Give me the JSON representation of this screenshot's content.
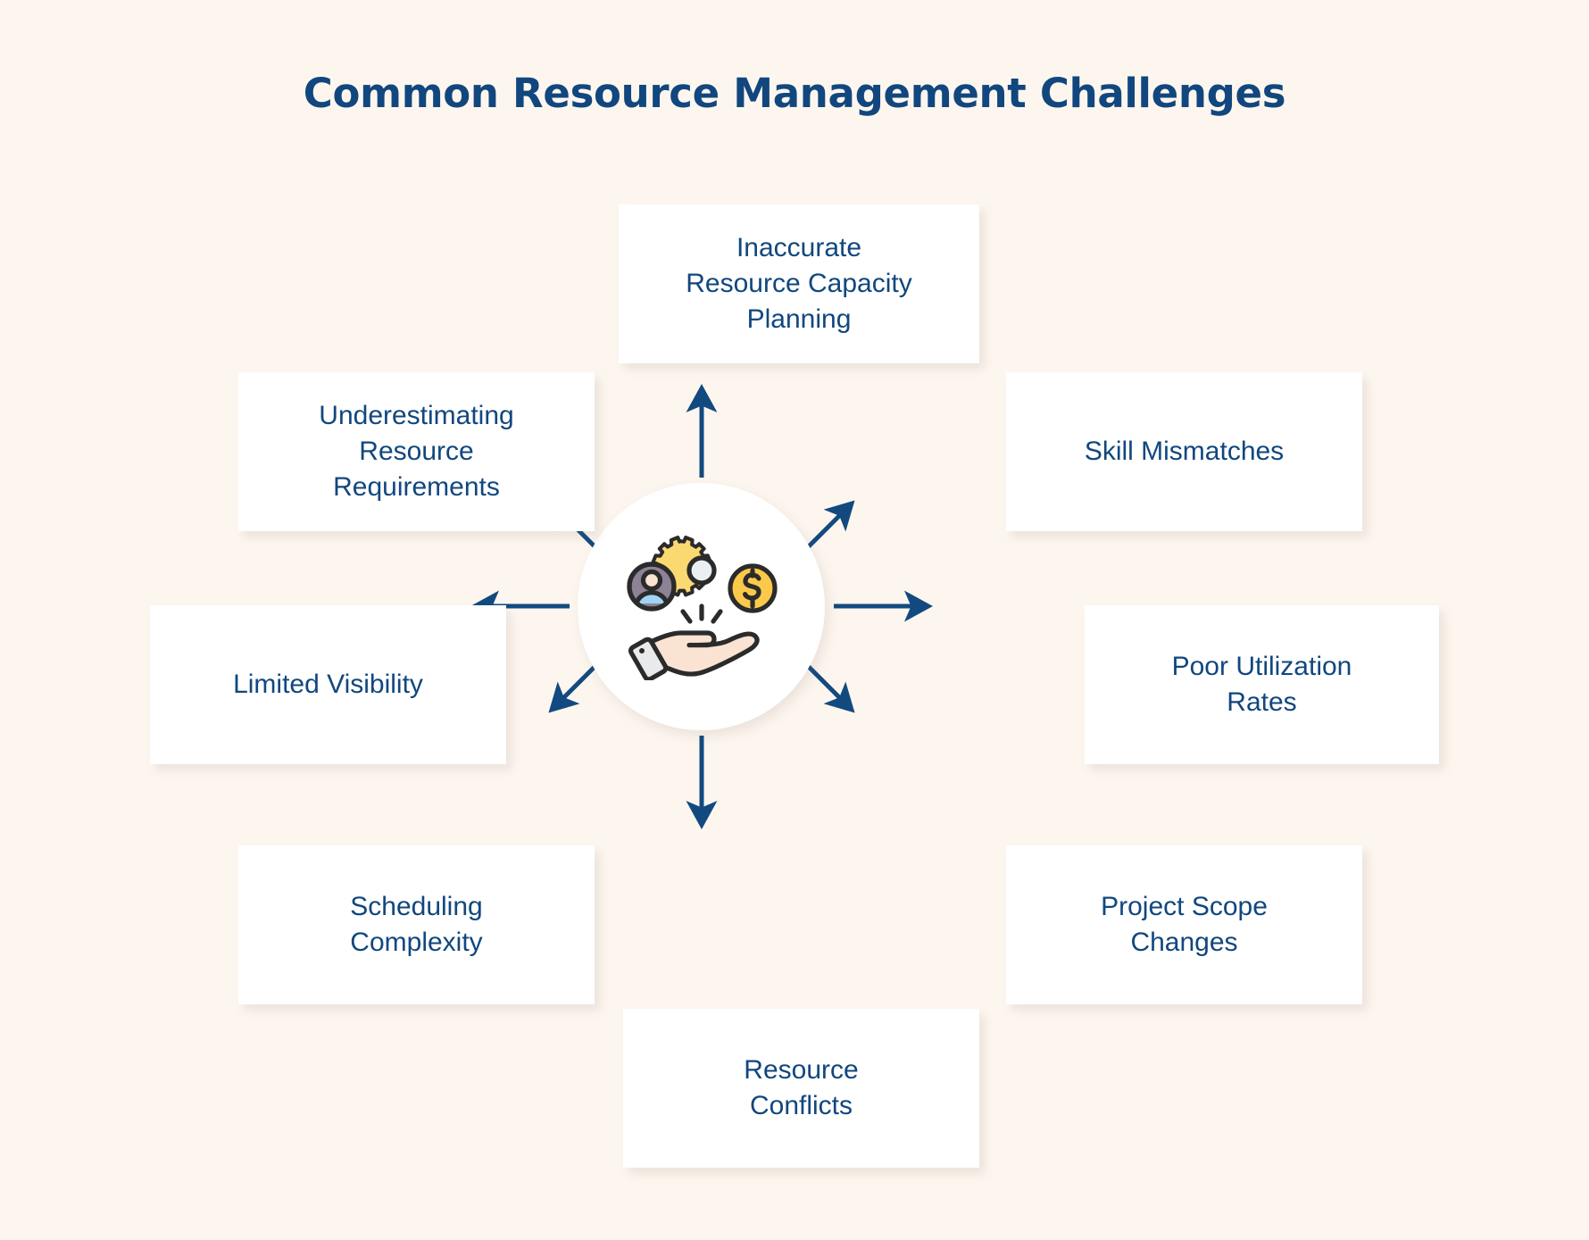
{
  "page": {
    "background_color": "#fdf6ef",
    "title": "Common Resource Management Challenges",
    "title_color": "#11477e"
  },
  "hub": {
    "icon_name": "resource-management-hand-icon",
    "description": "Open hand holding a user avatar, a gear and a dollar coin",
    "circle_color": "#ffffff",
    "elements": [
      {
        "name": "user-avatar-icon",
        "fill": "#8d8296",
        "accent": "#9fd4f5"
      },
      {
        "name": "gear-icon",
        "fill": "#fbd971",
        "accent": "#eceff1"
      },
      {
        "name": "dollar-coin-icon",
        "fill": "#fbc94a",
        "symbol": "$"
      },
      {
        "name": "open-hand-icon",
        "fill": "#fbe3d3",
        "cuff": "#e8eaec"
      }
    ]
  },
  "arrows": {
    "color": "#124a80",
    "count": 8,
    "directions": [
      "up",
      "up-right",
      "right",
      "down-right",
      "down",
      "down-left",
      "left",
      "up-left"
    ]
  },
  "cards": [
    {
      "id": "inaccurate-resource-capacity-planning",
      "position": "top",
      "lines": [
        "Inaccurate",
        "Resource Capacity",
        "Planning"
      ]
    },
    {
      "id": "skill-mismatches",
      "position": "top-right",
      "lines": [
        "Skill Mismatches"
      ]
    },
    {
      "id": "poor-utilization-rates",
      "position": "right",
      "lines": [
        "Poor Utilization",
        "Rates"
      ]
    },
    {
      "id": "project-scope-changes",
      "position": "bottom-right",
      "lines": [
        "Project Scope",
        "Changes"
      ]
    },
    {
      "id": "resource-conflicts",
      "position": "bottom",
      "lines": [
        "Resource",
        "Conflicts"
      ]
    },
    {
      "id": "scheduling-complexity",
      "position": "bottom-left",
      "lines": [
        "Scheduling",
        "Complexity"
      ]
    },
    {
      "id": "limited-visibility",
      "position": "left",
      "lines": [
        "Limited Visibility"
      ]
    },
    {
      "id": "underestimating-resource-requirements",
      "position": "top-left",
      "lines": [
        "Underestimating",
        "Resource",
        "Requirements"
      ]
    }
  ]
}
